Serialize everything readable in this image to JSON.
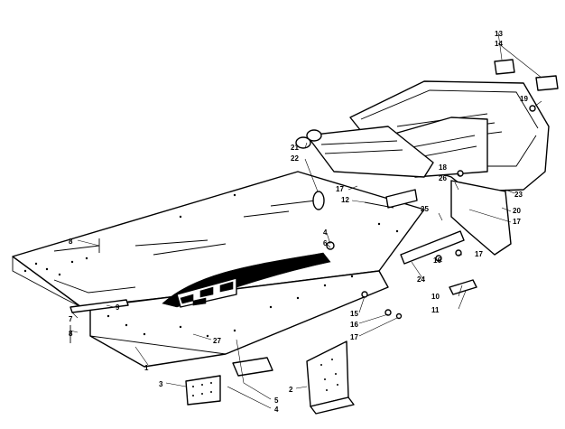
{
  "callouts": {
    "c1": "1",
    "c2": "2",
    "c3": "3",
    "c4a": "4",
    "c4b": "4",
    "c5": "5",
    "c6": "6",
    "c7": "7",
    "c8a": "8",
    "c8b": "8",
    "c9": "9",
    "c10": "10",
    "c11": "11",
    "c12": "12",
    "c13": "13",
    "c14": "14",
    "c15": "15",
    "c16a": "16",
    "c16b": "16",
    "c17a": "17",
    "c17b": "17",
    "c17c": "17",
    "c17d": "17",
    "c18": "18",
    "c19": "19",
    "c20": "20",
    "c21": "21",
    "c22": "22",
    "c23": "23",
    "c24": "24",
    "c25": "25",
    "c26": "26",
    "c27": "27"
  }
}
